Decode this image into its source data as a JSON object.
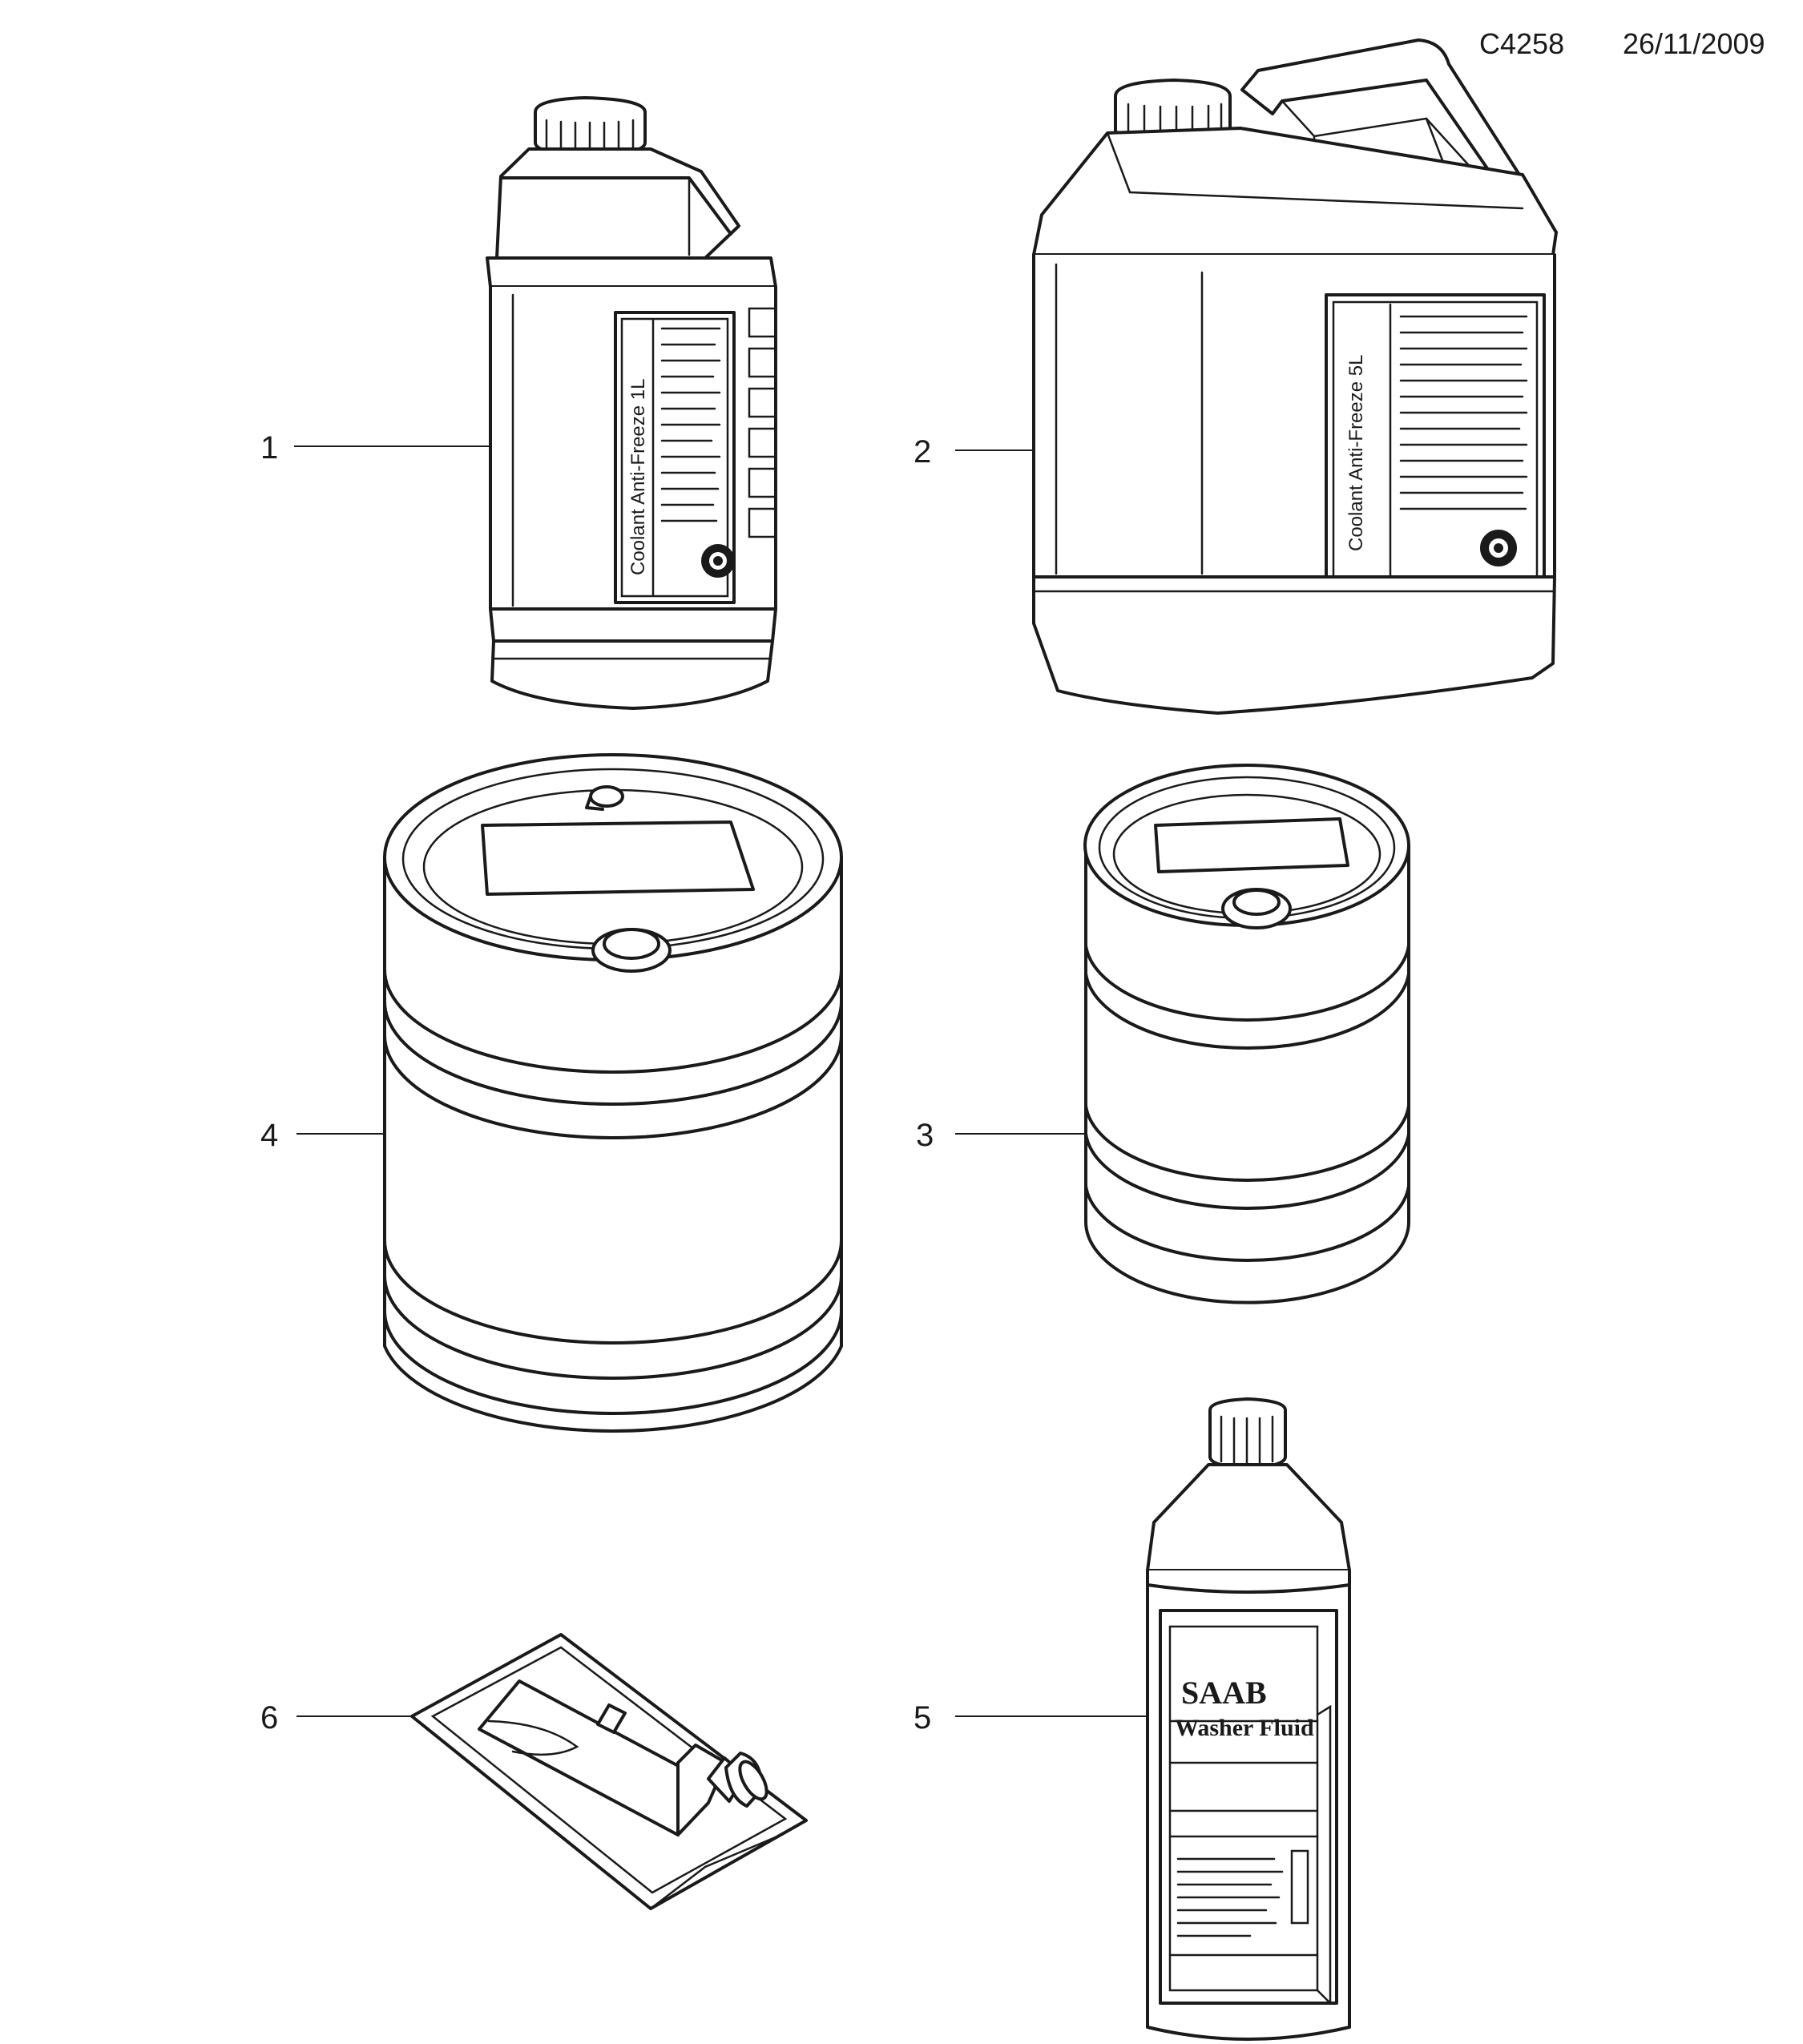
{
  "header": {
    "code": "C4258",
    "date": "26/11/2009"
  },
  "callouts": [
    {
      "number": "1",
      "item": "coolant-1l-bottle"
    },
    {
      "number": "2",
      "item": "coolant-5l-canister"
    },
    {
      "number": "3",
      "item": "small-drum"
    },
    {
      "number": "4",
      "item": "large-drum"
    },
    {
      "number": "5",
      "item": "washer-fluid-bottle"
    },
    {
      "number": "6",
      "item": "tube-in-pouch"
    }
  ],
  "labels": {
    "bottle_1l": "Coolant Anti-Freeze 1L",
    "canister_5l": "Coolant Anti-Freeze 5L",
    "washer_brand": "SAAB",
    "washer_name": "Washer Fluid"
  },
  "icons": [
    "saab-griffin-icon",
    "saab-griffin-icon"
  ]
}
